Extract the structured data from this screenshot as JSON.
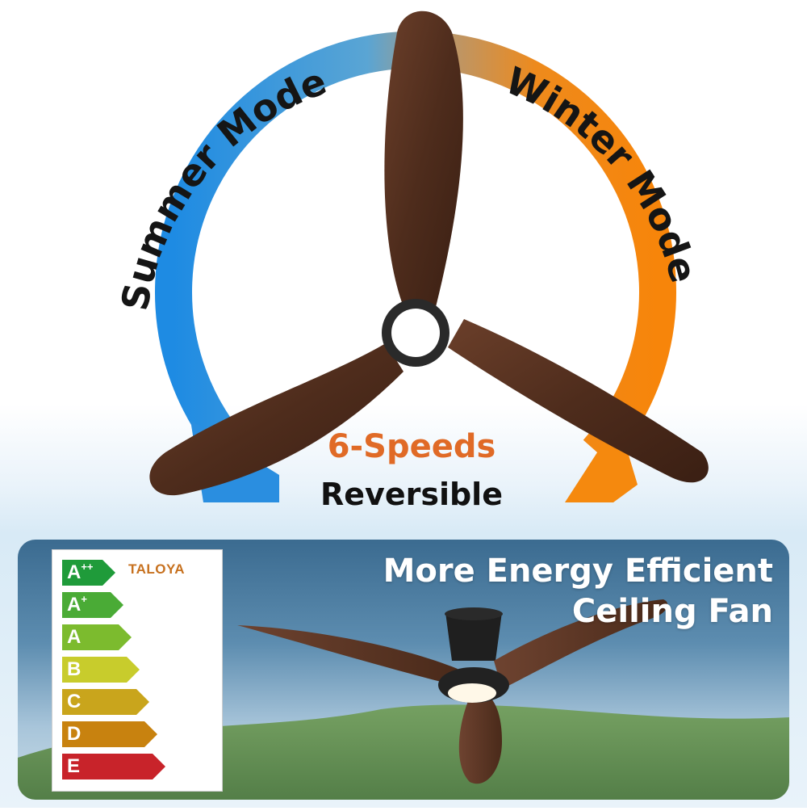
{
  "modes": {
    "summer": "Summer Mode",
    "winter": "Winter Mode"
  },
  "features": {
    "speeds": "6-Speeds",
    "reversible": "Reversible"
  },
  "panel": {
    "headline_line1": "More Energy Efficient",
    "headline_line2": "Ceiling Fan",
    "brand": "TALOYA"
  },
  "energy_label": {
    "classes": [
      {
        "base": "A",
        "sup": "++",
        "color": "#1f9b3a"
      },
      {
        "base": "A",
        "sup": "+",
        "color": "#4aab36"
      },
      {
        "base": "A",
        "sup": "",
        "color": "#7cbb2e"
      },
      {
        "base": "B",
        "sup": "",
        "color": "#c8cc2c"
      },
      {
        "base": "C",
        "sup": "",
        "color": "#c9a51c"
      },
      {
        "base": "D",
        "sup": "",
        "color": "#c8820f"
      },
      {
        "base": "E",
        "sup": "",
        "color": "#c8232a"
      }
    ]
  },
  "colors": {
    "summer_blue": "#2a8ee0",
    "winter_orange": "#f58a0b",
    "wood_dark": "#4a2a1a",
    "wood_light": "#6e4330",
    "accent_orange_text": "#e06a26"
  }
}
